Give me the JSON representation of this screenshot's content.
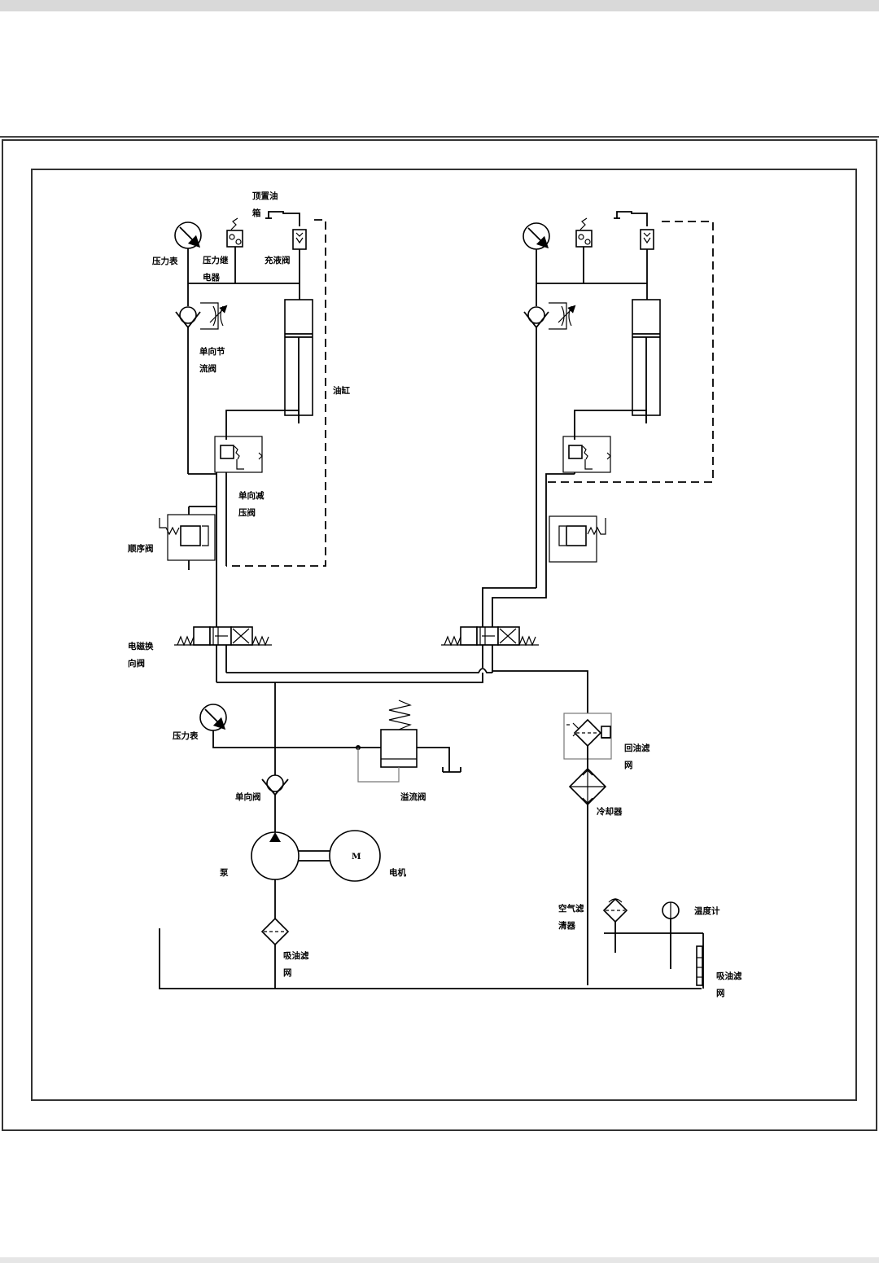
{
  "labels": {
    "pressure_gauge": "压力表",
    "pressure_relay_1": "压力继",
    "pressure_relay_2": "电器",
    "top_tank_1": "顶置油",
    "top_tank_2": "箱",
    "prefill_valve": "充液阀",
    "throttle_check_1": "单向节",
    "throttle_check_2": "流阀",
    "cylinder": "油缸",
    "reducing_check_1": "单向减",
    "reducing_check_2": "压阀",
    "sequence_valve": "顺序阀",
    "solenoid_valve_1": "电磁换",
    "solenoid_valve_2": "向阀",
    "pressure_gauge_2": "压力表",
    "check_valve": "单向阀",
    "relief_valve": "溢流阀",
    "return_filter_1": "回油滤",
    "return_filter_2": "网",
    "cooler": "冷却器",
    "pump": "泵",
    "motor": "电机",
    "motor_letter": "M",
    "air_filter_1": "空气滤",
    "air_filter_2": "清器",
    "thermometer": "温度计",
    "suction_filter_1": "吸油滤",
    "suction_filter_2": "网",
    "level_gauge_1": "吸油滤",
    "level_gauge_2": "网"
  }
}
